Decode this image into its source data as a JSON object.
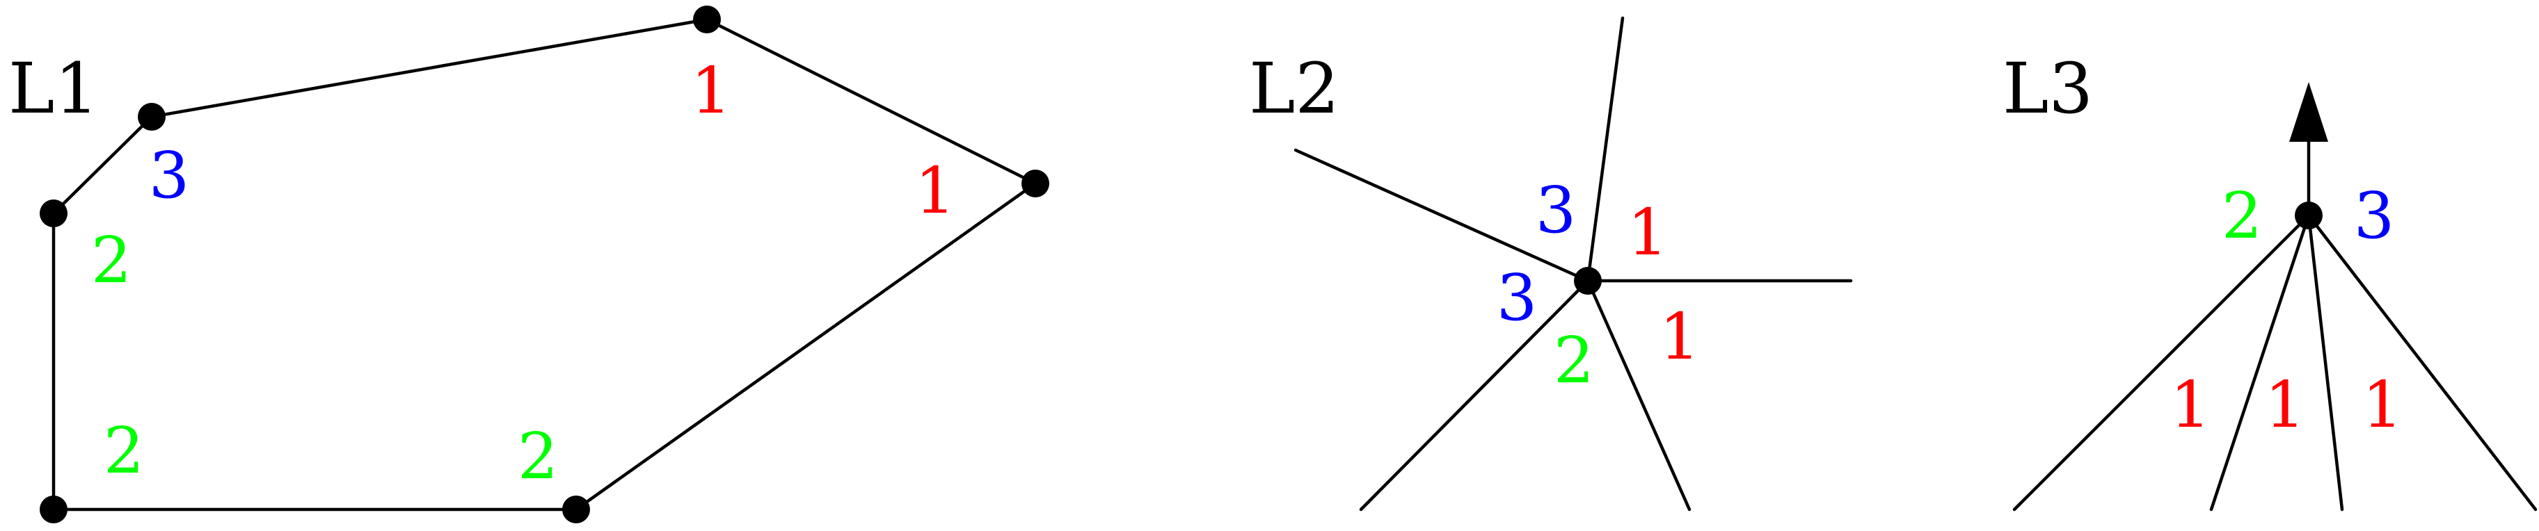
{
  "colors": {
    "weight_1": "#ff0000",
    "weight_2": "#00ff00",
    "weight_3": "#0000ff",
    "edge": "#000000"
  },
  "panels": {
    "l1": {
      "label": "L1",
      "weights": [
        "1",
        "1",
        "3",
        "2",
        "2",
        "2"
      ]
    },
    "l2": {
      "label": "L2",
      "weights": [
        "3",
        "1",
        "3",
        "1",
        "2"
      ]
    },
    "l3": {
      "label": "L3",
      "weights": [
        "2",
        "3",
        "1",
        "1",
        "1"
      ]
    }
  }
}
